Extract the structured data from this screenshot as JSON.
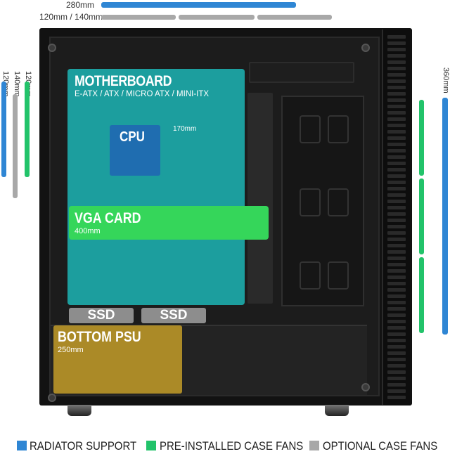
{
  "dimensions": {
    "top_radiator": "280mm",
    "top_optional_fans": "120mm / 140mm",
    "rear_green": "120mm",
    "rear_grey": "140mm",
    "rear_blue": "120mm",
    "front_radiator": "360mm"
  },
  "components": {
    "motherboard": {
      "title": "MOTHERBOARD",
      "subtitle": "E-ATX / ATX / MICRO ATX / MINI-ITX"
    },
    "cpu": {
      "title": "CPU",
      "clearance": "170mm"
    },
    "vga": {
      "title": "VGA CARD",
      "clearance": "400mm"
    },
    "ssd_1": "SSD",
    "ssd_2": "SSD",
    "psu": {
      "title": "BOTTOM PSU",
      "clearance": "250mm"
    }
  },
  "legend": [
    {
      "label": "RADIATOR SUPPORT",
      "color": "#2f86d4"
    },
    {
      "label": "PRE-INSTALLED CASE FANS",
      "color": "#22c36a"
    },
    {
      "label": "OPTIONAL CASE FANS",
      "color": "#a8a8a8"
    }
  ],
  "colors": {
    "radiator": "#2f86d4",
    "preinstalled": "#22c36a",
    "optional": "#a8a8a8",
    "motherboard": "#1cb0b0",
    "cpu": "#1f6db0",
    "vga": "#35d65a",
    "psu": "#ba9628",
    "ssd": "#8d8d8d"
  }
}
